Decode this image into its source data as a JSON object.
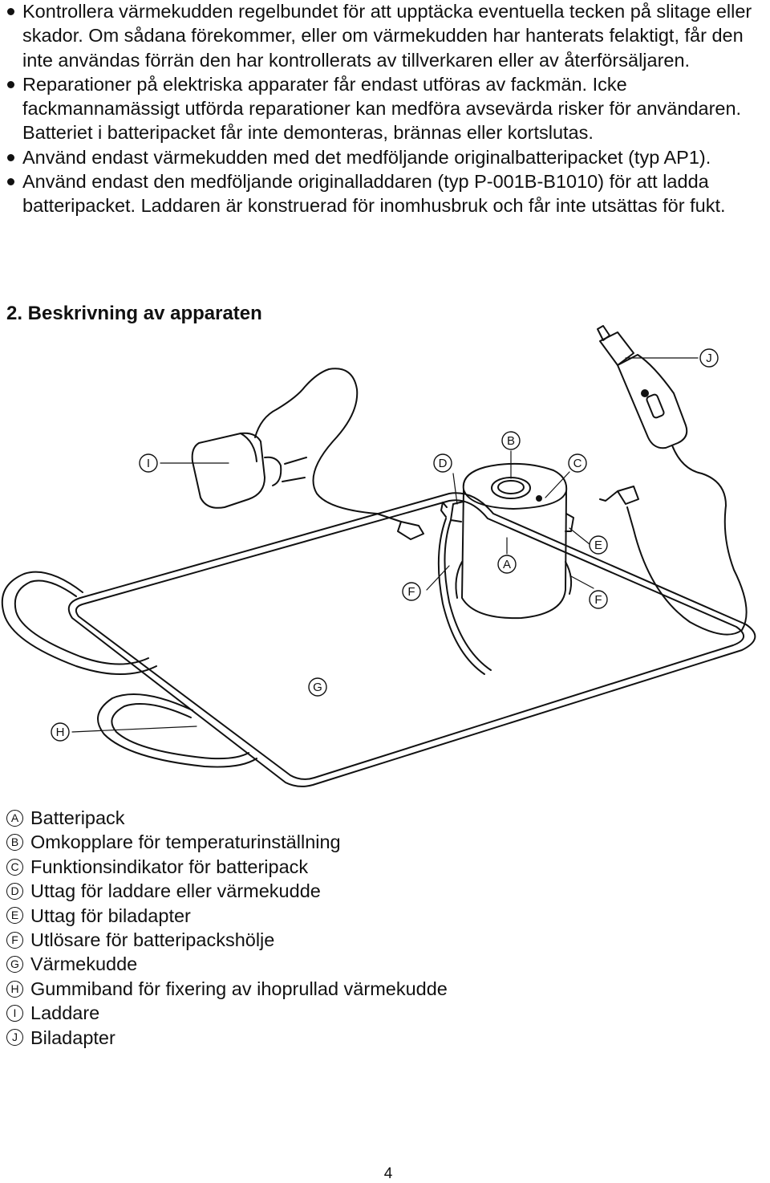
{
  "bullets": [
    "Kontrollera värmekudden regelbundet för att upptäcka eventuella tecken på slitage eller skador. Om sådana förekommer, eller om värmekudden har hanterats felaktigt, får den inte användas förrän den har kontrollerats av tillverkaren eller av återförsäljaren.",
    "Reparationer på elektriska apparater får endast utföras av fackmän. Icke fackmannamässigt utförda reparationer kan medföra avsevärda risker för användaren. Batteriet i batteripacket får inte demonteras, brännas eller kortslutas.",
    "Använd endast värmekudden med det medföljande originalbatteripacket (typ AP1).",
    "Använd endast den medföljande originalladdaren (typ P-001B-B1010) för att ladda batteripacket. Laddaren är konstruerad för inomhusbruk och får inte utsättas för fukt."
  ],
  "section_title": "2. Beskrivning av apparaten",
  "figure_labels": {
    "A": "A",
    "B": "B",
    "C": "C",
    "D": "D",
    "E": "E",
    "F1": "F",
    "F2": "F",
    "G": "G",
    "H": "H",
    "I": "I",
    "J": "J"
  },
  "legend": [
    {
      "key": "A",
      "text": "Batteripack"
    },
    {
      "key": "B",
      "text": "Omkopplare för temperaturinställning"
    },
    {
      "key": "C",
      "text": "Funktionsindikator för batteripack"
    },
    {
      "key": "D",
      "text": "Uttag för laddare eller värmekudde"
    },
    {
      "key": "E",
      "text": "Uttag för biladapter"
    },
    {
      "key": "F",
      "text": "Utlösare för batteripackshölje"
    },
    {
      "key": "G",
      "text": "Värmekudde"
    },
    {
      "key": "H",
      "text": "Gummiband för fixering av ihoprullad värmekudde"
    },
    {
      "key": "I",
      "text": "Laddare"
    },
    {
      "key": "J",
      "text": "Biladapter"
    }
  ],
  "page_number": "4"
}
